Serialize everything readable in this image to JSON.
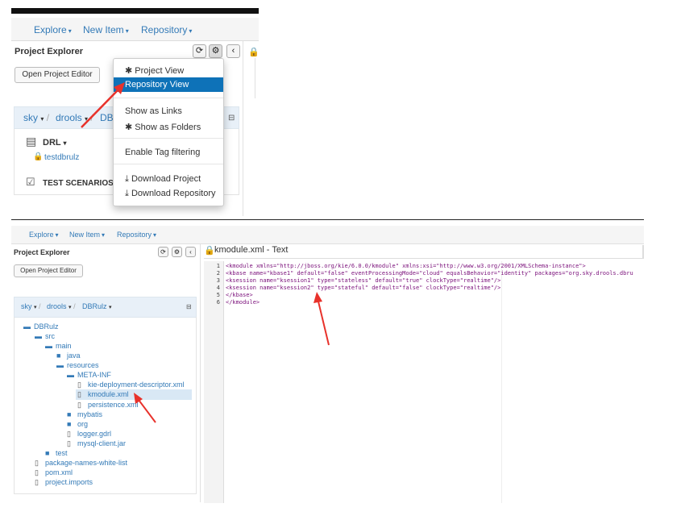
{
  "top": {
    "nav": [
      {
        "label": "Explore"
      },
      {
        "label": "New Item"
      },
      {
        "label": "Repository"
      }
    ],
    "panel_title": "Project Explorer",
    "open_editor_label": "Open Project Editor",
    "breadcrumb": {
      "a": "sky",
      "b": "drools",
      "c": "DBR"
    },
    "sections": {
      "drl_label": "DRL",
      "drl_item": "testdbrulz",
      "test_label": "TEST SCENARIOS"
    },
    "dropdown": {
      "project_view": "Project View",
      "repository_view": "Repository View",
      "show_links": "Show as Links",
      "show_folders": "Show as Folders",
      "tag_filter": "Enable Tag filtering",
      "download_project": "Download Project",
      "download_repository": "Download Repository"
    }
  },
  "bottom": {
    "nav": [
      {
        "label": "Explore"
      },
      {
        "label": "New Item"
      },
      {
        "label": "Repository"
      }
    ],
    "panel_title": "Project Explorer",
    "open_editor_label": "Open Project Editor",
    "breadcrumb": {
      "a": "sky",
      "b": "drools",
      "c": "DBRulz"
    },
    "editor_title": "kmodule.xml - Text",
    "tree": [
      {
        "label": "DBRulz",
        "type": "folder"
      },
      {
        "label": "src",
        "type": "folder"
      },
      {
        "label": "main",
        "type": "folder"
      },
      {
        "label": "java",
        "type": "folder"
      },
      {
        "label": "resources",
        "type": "folder"
      },
      {
        "label": "META-INF",
        "type": "folder"
      },
      {
        "label": "kie-deployment-descriptor.xml",
        "type": "file"
      },
      {
        "label": "kmodule.xml",
        "type": "file"
      },
      {
        "label": "persistence.xml",
        "type": "file"
      },
      {
        "label": "mybatis",
        "type": "folder"
      },
      {
        "label": "org",
        "type": "folder"
      },
      {
        "label": "logger.gdrl",
        "type": "file"
      },
      {
        "label": "mysql-client.jar",
        "type": "file"
      },
      {
        "label": "test",
        "type": "folder"
      },
      {
        "label": "package-names-white-list",
        "type": "file"
      },
      {
        "label": "pom.xml",
        "type": "file"
      },
      {
        "label": "project.imports",
        "type": "file"
      }
    ],
    "code": {
      "line_numbers": [
        "1",
        "2",
        "3",
        "4",
        "5",
        "6"
      ],
      "l1": "<kmodule xmlns=\"http://jboss.org/kie/6.0.0/kmodule\" xmlns:xsi=\"http://www.w3.org/2001/XMLSchema-instance\">",
      "l2": "  <kbase name=\"kbase1\" default=\"false\" eventProcessingMode=\"cloud\" equalsBehavior=\"identity\" packages=\"org.sky.drools.dbru",
      "l3": "    <ksession name=\"ksession1\" type=\"stateless\" default=\"true\" clockType=\"realtime\"/>",
      "l4": "    <ksession name=\"ksession2\" type=\"stateful\" default=\"false\" clockType=\"realtime\"/>",
      "l5": "  </kbase>",
      "l6": "</kmodule>"
    }
  },
  "colors": {
    "link": "#337ab7",
    "active": "#0e72b8",
    "arrow": "#e8322b"
  }
}
